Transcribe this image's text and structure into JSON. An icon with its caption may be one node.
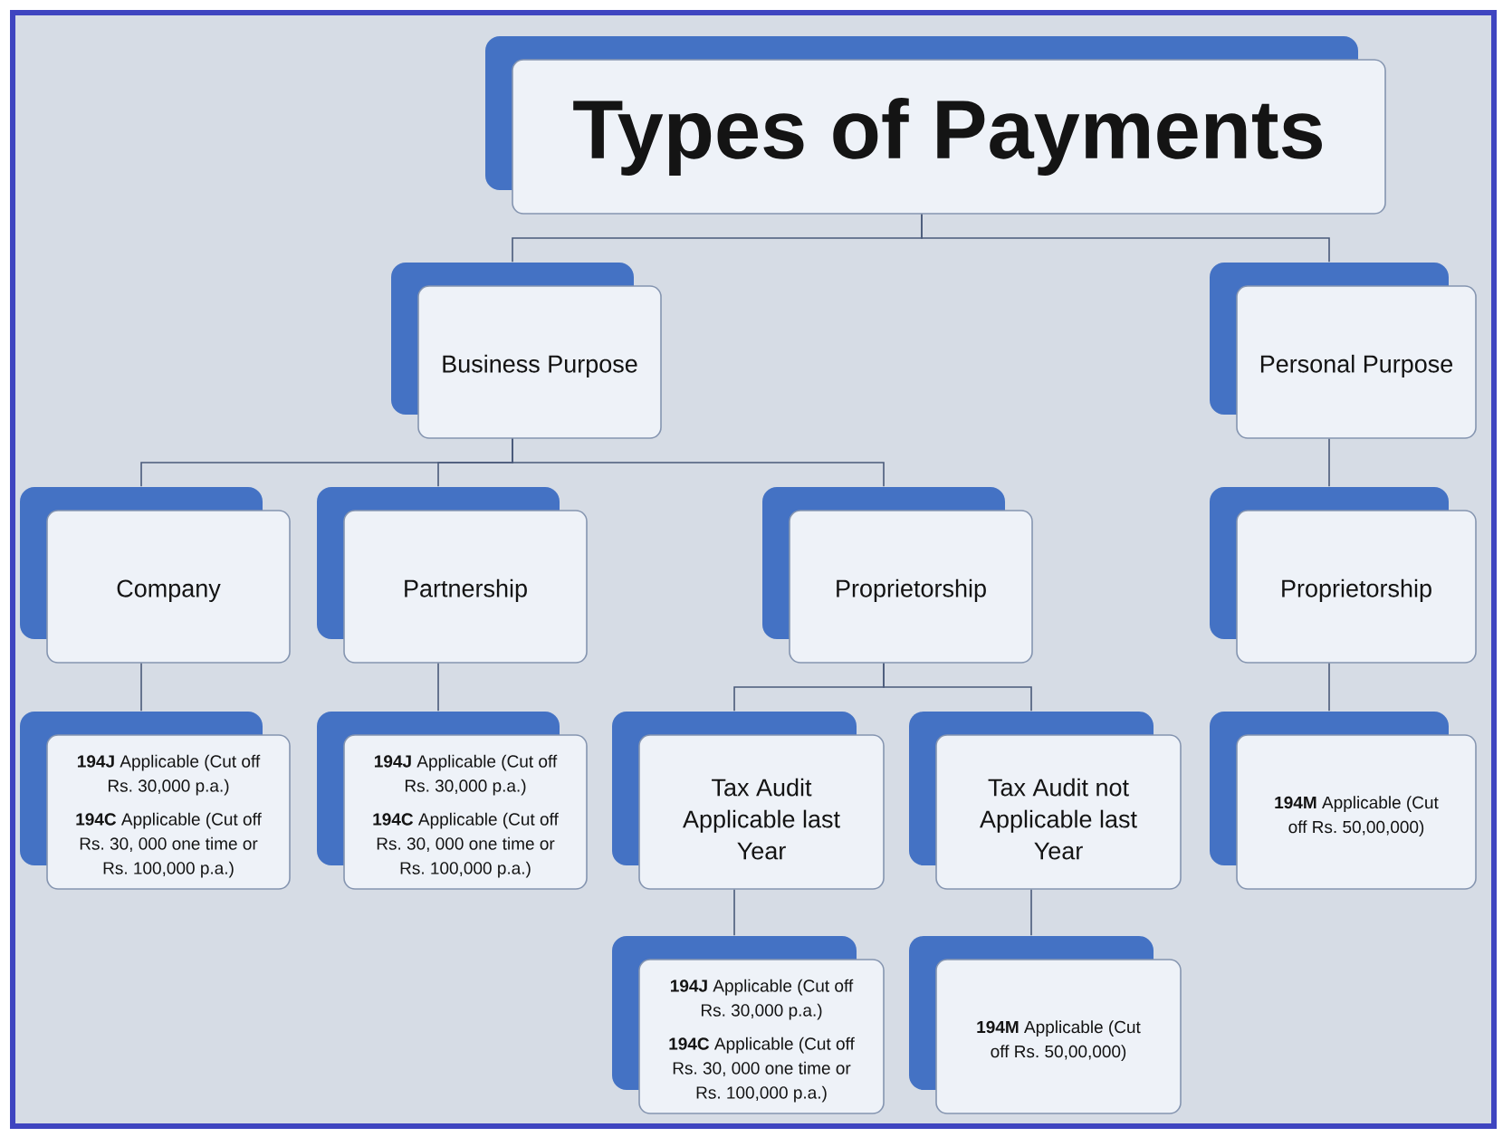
{
  "diagram": {
    "nodes": [
      {
        "text": [
          "Types of Payments"
        ]
      },
      {
        "text": [
          "Business Purpose"
        ]
      },
      {
        "text": [
          "Personal Purpose"
        ]
      },
      {
        "text": [
          "Company"
        ]
      },
      {
        "text": [
          "Partnership"
        ]
      },
      {
        "text": [
          "Proprietorship"
        ]
      },
      {
        "text": [
          "Proprietorship"
        ]
      },
      {
        "text": [
          "**194J** Applicable (Cut off Rs. 30,000 p.a.)",
          "**194C** Applicable (Cut off Rs. 30, 000 one time or Rs. 100,000 p.a.)"
        ]
      },
      {
        "text": [
          "**194J** Applicable (Cut off Rs. 30,000 p.a.)",
          "**194C** Applicable (Cut off Rs. 30, 000 one time or Rs. 100,000 p.a.)"
        ]
      },
      {
        "text": [
          "Tax Audit Applicable last Year"
        ]
      },
      {
        "text": [
          "Tax Audit not Applicable last Year"
        ]
      },
      {
        "text": [
          "**194M** Applicable (Cut off Rs. 50,00,000)"
        ]
      },
      {
        "text": [
          "**194J** Applicable (Cut off Rs. 30,000 p.a.)",
          "**194C** Applicable (Cut off Rs. 30, 000 one time or Rs. 100,000 p.a.)"
        ]
      },
      {
        "text": [
          "**194M** Applicable (Cut off Rs. 50,00,000)"
        ]
      }
    ],
    "edges": [
      {
        "from": 0,
        "to": 1,
        "arrow": "none"
      },
      {
        "from": 0,
        "to": 2,
        "arrow": "none"
      },
      {
        "from": 1,
        "to": 3,
        "arrow": "none"
      },
      {
        "from": 1,
        "to": 4,
        "arrow": "none"
      },
      {
        "from": 1,
        "to": 5,
        "arrow": "none"
      },
      {
        "from": 2,
        "to": 6,
        "arrow": "none"
      },
      {
        "from": 3,
        "to": 7,
        "arrow": "none"
      },
      {
        "from": 4,
        "to": 8,
        "arrow": "none"
      },
      {
        "from": 5,
        "to": 9,
        "arrow": "none"
      },
      {
        "from": 5,
        "to": 10,
        "arrow": "none"
      },
      {
        "from": 6,
        "to": 11,
        "arrow": "none"
      },
      {
        "from": 9,
        "to": 12,
        "arrow": "none"
      },
      {
        "from": 10,
        "to": 13,
        "arrow": "none"
      }
    ]
  }
}
